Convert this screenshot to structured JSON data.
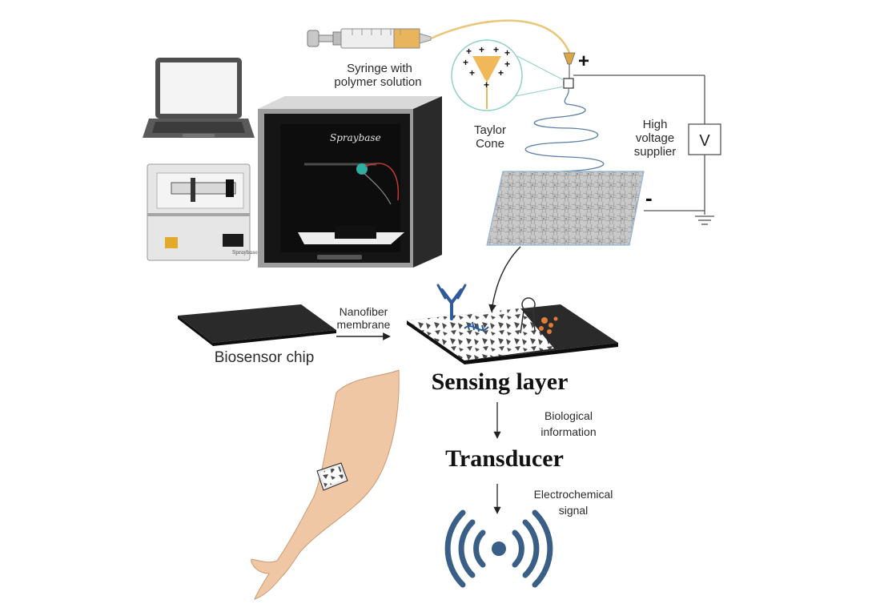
{
  "labels": {
    "syringe": "Syringe with\npolymer solution",
    "taylor_cone": "Taylor\nCone",
    "high_voltage": "High\nvoltage\nsupplier",
    "voltmeter": "V",
    "plus": "+",
    "minus": "-",
    "biosensor_chip": "Biosensor chip",
    "nanofiber_membrane": "Nanofiber\nmembrane",
    "sensing_layer": "Sensing layer",
    "biological_information": "Biological\ninformation",
    "transducer": "Transducer",
    "electrochemical_signal": "Electrochemical\nsignal"
  },
  "device": {
    "brand": "Spraybase",
    "pump_brand": "Spraybase"
  },
  "colors": {
    "signal_blue": "#3a5f86",
    "fiber_blue": "#5b7fa8",
    "cone_orange": "#f0b85a",
    "chip_dark": "#2e2e2e",
    "skin": "#efc7a4"
  },
  "icons": [
    "laptop-icon",
    "syringe-icon",
    "syringe-pump-icon",
    "electrospinning-chamber-icon",
    "voltmeter-icon",
    "ground-icon",
    "antibody-icon",
    "aptamer-icon",
    "enzyme-icon",
    "wireless-signal-icon",
    "arm-icon"
  ]
}
